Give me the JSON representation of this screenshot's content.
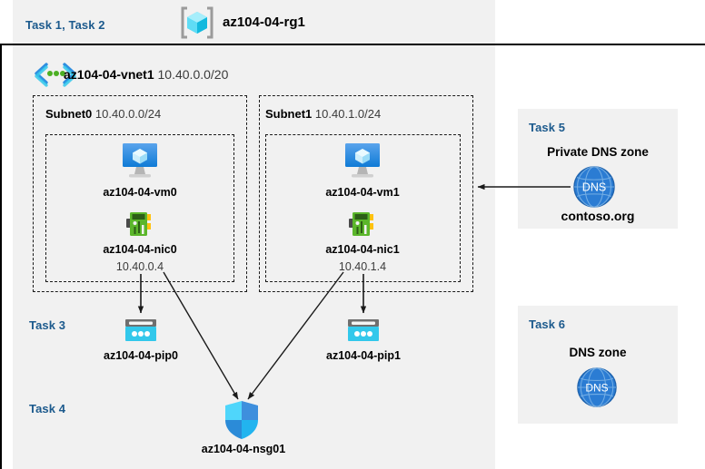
{
  "diagram": {
    "title": "Azure AZ-104 Lab 04 architecture diagram",
    "colors": {
      "task_label": "#1c5a8d",
      "panel_bg": "#f1f1f1",
      "page_bg": "#ffffff",
      "border": "#000000",
      "dns_blue": "#2b7cd3",
      "pip_cyan": "#32c8eb",
      "nic_green": "#57a818",
      "vm_blue": "#2e8ee0"
    }
  },
  "resource_group": {
    "task_label": "Task 1, Task 2",
    "name": "az104-04-rg1",
    "icon": "resource-group-icon"
  },
  "vnet": {
    "name": "az104-04-vnet1",
    "address_space": "10.40.0.0/20",
    "icon": "virtual-network-icon"
  },
  "subnets": [
    {
      "name": "Subnet0",
      "address_prefix": "10.40.0.0/24",
      "vm": {
        "name": "az104-04-vm0",
        "icon": "virtual-machine-icon"
      },
      "nic": {
        "name": "az104-04-nic0",
        "ip": "10.40.0.4",
        "icon": "network-interface-icon"
      }
    },
    {
      "name": "Subnet1",
      "address_prefix": "10.40.1.0/24",
      "vm": {
        "name": "az104-04-vm1",
        "icon": "virtual-machine-icon"
      },
      "nic": {
        "name": "az104-04-nic1",
        "ip": "10.40.1.4",
        "icon": "network-interface-icon"
      }
    }
  ],
  "public_ips": {
    "task_label": "Task 3",
    "items": [
      {
        "name": "az104-04-pip0",
        "icon": "public-ip-address-icon"
      },
      {
        "name": "az104-04-pip1",
        "icon": "public-ip-address-icon"
      }
    ]
  },
  "network_security_group": {
    "task_label": "Task 4",
    "name": "az104-04-nsg01",
    "icon": "network-security-group-icon"
  },
  "private_dns_zone": {
    "task_label": "Task 5",
    "heading": "Private DNS zone",
    "name": "contoso.org",
    "icon": "dns-zone-icon",
    "icon_text": "DNS"
  },
  "dns_zone": {
    "task_label": "Task 6",
    "heading": "DNS zone",
    "icon": "dns-zone-icon",
    "icon_text": "DNS"
  }
}
